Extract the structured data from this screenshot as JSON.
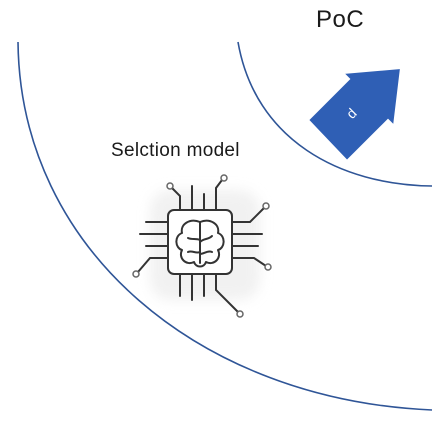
{
  "labels": {
    "poc": "PoC",
    "selection_model": "Selction model",
    "arrow_text": "d"
  },
  "icons": {
    "chip": "ai-brain-chip-icon",
    "arrow": "arrow-up-right-icon"
  },
  "colors": {
    "circle_stroke": "#2f5597",
    "arrow_fill": "#2f5fb5",
    "chip_stroke": "#333333",
    "text": "#1a1a1a"
  }
}
